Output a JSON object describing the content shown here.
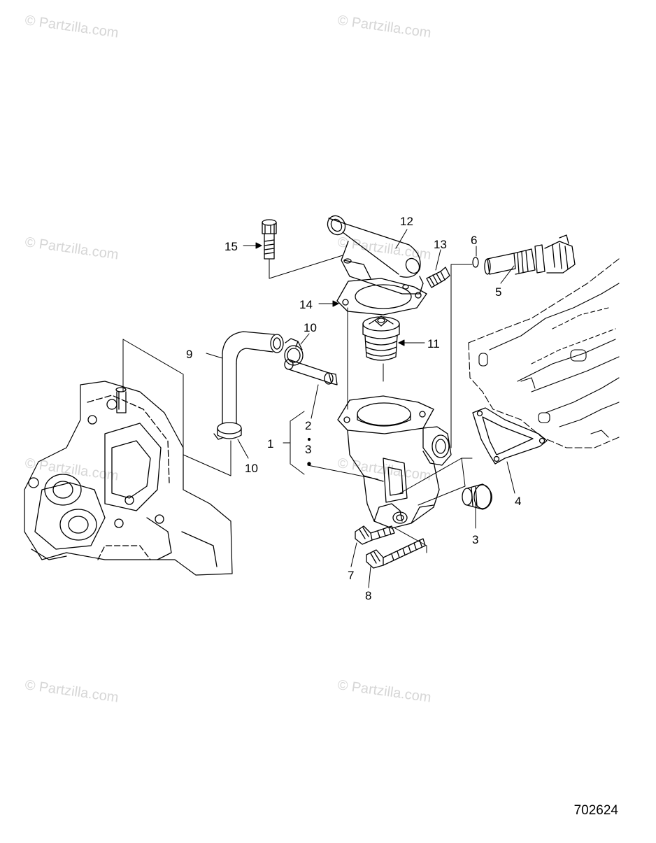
{
  "watermark": "© Partzilla.com",
  "figure_number": "702624",
  "callouts": [
    {
      "id": "c15",
      "label": "15"
    },
    {
      "id": "c12",
      "label": "12"
    },
    {
      "id": "c13",
      "label": "13"
    },
    {
      "id": "c6",
      "label": "6"
    },
    {
      "id": "c5",
      "label": "5"
    },
    {
      "id": "c14",
      "label": "14"
    },
    {
      "id": "c10a",
      "label": "10"
    },
    {
      "id": "c11",
      "label": "11"
    },
    {
      "id": "c9",
      "label": "9"
    },
    {
      "id": "c2",
      "label": "2"
    },
    {
      "id": "c1",
      "label": "1"
    },
    {
      "id": "c3a",
      "label": "3"
    },
    {
      "id": "c10b",
      "label": "10"
    },
    {
      "id": "c4",
      "label": "4"
    },
    {
      "id": "c3b",
      "label": "3"
    },
    {
      "id": "c7",
      "label": "7"
    },
    {
      "id": "c8",
      "label": "8"
    }
  ]
}
